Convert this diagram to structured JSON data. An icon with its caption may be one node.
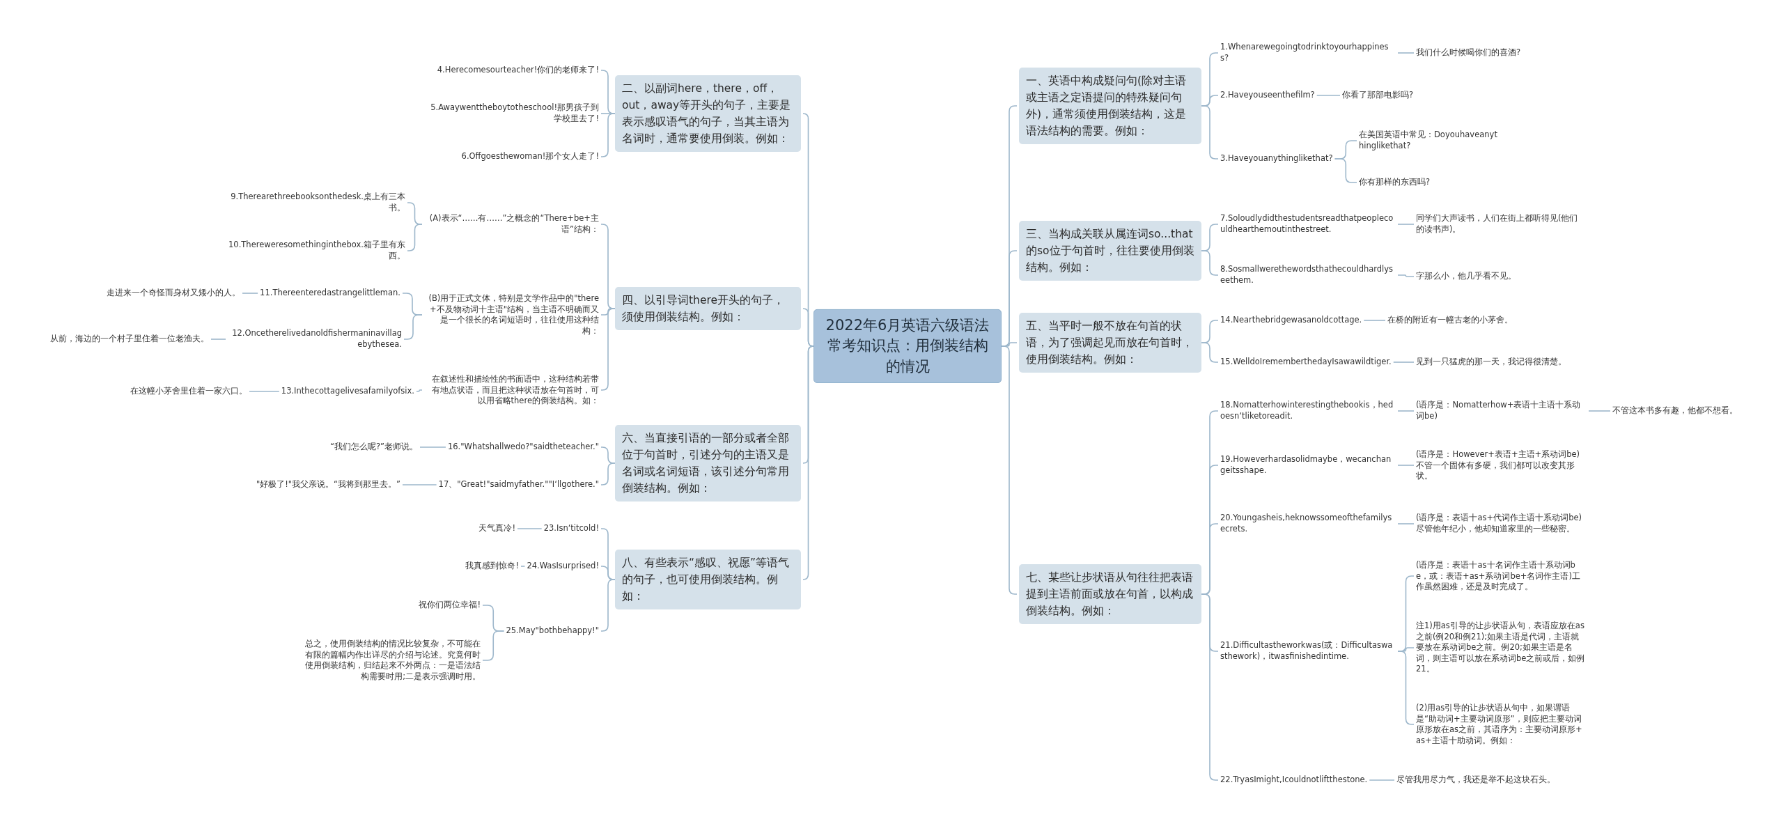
{
  "diagram": {
    "nodes": [
      {
        "text": [
          "2022年6月英语六级语法常考知识点：用倒装结构的情况"
        ]
      },
      {
        "text": [
          "一、英语中构成疑问句(除对主语或主语之定语提问的特殊疑问句外)，通常须使用倒装结构，这是语法结构的需要。例如："
        ]
      },
      {
        "text": [
          "1.Whenarewegoingtodrinktoyourhappiness?"
        ]
      },
      {
        "text": [
          "我们什么时候喝你们的喜酒?"
        ]
      },
      {
        "text": [
          "2.Haveyouseenthefilm?"
        ]
      },
      {
        "text": [
          "你看了那部电影吗?"
        ]
      },
      {
        "text": [
          "3.Haveyouanythinglikethat?"
        ]
      },
      {
        "text": [
          "在美国英语中常见：Doyouhaveanythinglikethat?"
        ]
      },
      {
        "text": [
          "你有那样的东西吗?"
        ]
      },
      {
        "text": [
          "三、当构成关联从属连词so...that的so位于句首时，往往要使用倒装结构。例如："
        ]
      },
      {
        "text": [
          "7.Soloudlydidthestudentsreadthatpeoplecouldhearthemoutinthestreet."
        ]
      },
      {
        "text": [
          "同学们大声读书，人们在街上都听得见(他们的读书声)。"
        ]
      },
      {
        "text": [
          "8.Sosmallwerethewordsthathecouldhardlyseethem."
        ]
      },
      {
        "text": [
          "字那么小，他几乎看不见。"
        ]
      },
      {
        "text": [
          "五、当平时一般不放在句首的状语，为了强调起见而放在句首时，使用倒装结构。例如："
        ]
      },
      {
        "text": [
          "14.Nearthebridgewasanoldcottage."
        ]
      },
      {
        "text": [
          "在桥的附近有一幢古老的小茅舍。"
        ]
      },
      {
        "text": [
          "15.WelldoIrememberthedayIsawawildtiger."
        ]
      },
      {
        "text": [
          "见到一只猛虎的那一天，我记得很清楚。"
        ]
      },
      {
        "text": [
          "七、某些让步状语从句往往把表语提到主语前面或放在句首，以构成倒装结构。例如："
        ]
      },
      {
        "text": [
          "18.Nomatterhowinterestingthebookis，hedoesn‘tliketoreadit."
        ]
      },
      {
        "text": [
          "(语序是：Nomatterhow+表语十主语十系动词be)"
        ]
      },
      {
        "text": [
          "不管这本书多有趣，他都不想看。"
        ]
      },
      {
        "text": [
          "19.Howeverhardasolidmaybe，wecanchangeitsshape."
        ]
      },
      {
        "text": [
          "(语序是：However+表语+主语+系动词be)不管一个固体有多硬，我们都可以改变其形状。"
        ]
      },
      {
        "text": [
          "20.Youngasheis,heknowssomeofthefamilysecrets."
        ]
      },
      {
        "text": [
          "(语序是：表语十as+代词作主语十系动词be)尽管他年纪小，他却知道家里的一些秘密。"
        ]
      },
      {
        "text": [
          "21.Difficultastheworkwas(或：Difficultaswasthework)，itwasfinishedintime."
        ]
      },
      {
        "text": [
          "(语序是：表语十as十名词作主语十系动词be，或：表语+as+系动词be+名词作主语)工作虽然困难，还是及时完成了。"
        ]
      },
      {
        "text": [
          "注1)用as引导的让步状语从句，表语应放在as之前(例20和例21);如果主语是代词，主语就要放在系动词be之前。例20;如果主语是名词，则主语可以放在系动词be之前或后，如例21。"
        ]
      },
      {
        "text": [
          "(2)用as引导的让步状语从句中，如果谓语是“助动词+主要动词原形”，则应把主要动词原形放在as之前，其语序为：主要动词原形+as+主语十助动词。例如："
        ]
      },
      {
        "text": [
          "22.TryasImight,Icouldnotliftthestone."
        ]
      },
      {
        "text": [
          "尽管我用尽力气，我还是举不起这块石头。"
        ]
      },
      {
        "text": [
          "二、以副词here，there，off，out，away等开头的句子，主要是表示感叹语气的句子，当其主语为名词时，通常要使用倒装。例如："
        ]
      },
      {
        "text": [
          "4.Herecomesourteacher!你们的老师来了!"
        ]
      },
      {
        "text": [
          "5.Awaywenttheboytotheschool!那男孩子到学校里去了!"
        ]
      },
      {
        "text": [
          "6.Offgoesthewoman!那个女人走了!"
        ]
      },
      {
        "text": [
          "四、以引导词there开头的句子，须使用倒装结构。例如："
        ]
      },
      {
        "text": [
          "(A)表示“……有……”之概念的“There+be+主语”结构："
        ]
      },
      {
        "text": [
          "9.Therearethreebooksonthedesk.桌上有三本书。"
        ]
      },
      {
        "text": [
          "10.Thereweresomethinginthebox.箱子里有东西。"
        ]
      },
      {
        "text": [
          "(B)用于正式文体，特别是文学作品中的\"there+不及物动词十主语\"结构，当主语不明确而又是一个很长的名词短语时，往往使用这种结构："
        ]
      },
      {
        "text": [
          "11.Thereenteredastrangelittleman."
        ]
      },
      {
        "text": [
          "走进来一个奇怪而身材又矮小的人。"
        ]
      },
      {
        "text": [
          "12.Oncetherelivedanoldfishermaninavillagebythesea."
        ]
      },
      {
        "text": [
          "从前，海边的一个村子里住着一位老渔夫。"
        ]
      },
      {
        "text": [
          "在叙述性和描绘性的书面语中，这种结构若带有地点状语，而且把这种状语放在句首时，可以用省略there的倒装结构。如："
        ]
      },
      {
        "text": [
          "13.Inthecottagelivesafamilyofsix."
        ]
      },
      {
        "text": [
          "在这幢小茅舍里住着一家六口。"
        ]
      },
      {
        "text": [
          "六、当直接引语的一部分或者全部位于句首时，引述分句的主语又是名词或名词短语，该引述分句常用倒装结构。例如："
        ]
      },
      {
        "text": [
          "16.\"Whatshallwedo?\"saidtheteacher.\""
        ]
      },
      {
        "text": [
          "“我们怎么呢?”老师说。"
        ]
      },
      {
        "text": [
          "17、\"Great!\"saidmyfather.\"\"I‘llgothere.\""
        ]
      },
      {
        "text": [
          "\"好极了!\"我父亲说。“我将到那里去。”"
        ]
      },
      {
        "text": [
          "八、有些表示“感叹、祝愿”等语气的句子，也可使用倒装结构。例如："
        ]
      },
      {
        "text": [
          "23.Isn‘titcold!"
        ]
      },
      {
        "text": [
          "天气真冷!"
        ]
      },
      {
        "text": [
          "24.WasIsurprised!"
        ]
      },
      {
        "text": [
          "我真感到惊奇!"
        ]
      },
      {
        "text": [
          "25.May\"bothbehappy!\""
        ]
      },
      {
        "text": [
          "祝你们两位幸福!"
        ]
      },
      {
        "text": [
          "总之，使用倒装结构的情况比较复杂，不可能在有限的篇幅内作出详尽的介绍与论述。究竟何时使用倒装结构，归结起来不外两点：一是语法结构需要时用;二是表示强调时用。"
        ]
      }
    ],
    "edges": [
      {
        "from": 0,
        "to": 1,
        "arrow": "none"
      },
      {
        "from": 1,
        "to": 2,
        "arrow": "none"
      },
      {
        "from": 2,
        "to": 3,
        "arrow": "none"
      },
      {
        "from": 1,
        "to": 4,
        "arrow": "none"
      },
      {
        "from": 4,
        "to": 5,
        "arrow": "none"
      },
      {
        "from": 1,
        "to": 6,
        "arrow": "none"
      },
      {
        "from": 6,
        "to": 7,
        "arrow": "none"
      },
      {
        "from": 6,
        "to": 8,
        "arrow": "none"
      },
      {
        "from": 0,
        "to": 9,
        "arrow": "none"
      },
      {
        "from": 9,
        "to": 10,
        "arrow": "none"
      },
      {
        "from": 10,
        "to": 11,
        "arrow": "none"
      },
      {
        "from": 9,
        "to": 12,
        "arrow": "none"
      },
      {
        "from": 12,
        "to": 13,
        "arrow": "none"
      },
      {
        "from": 0,
        "to": 14,
        "arrow": "none"
      },
      {
        "from": 14,
        "to": 15,
        "arrow": "none"
      },
      {
        "from": 15,
        "to": 16,
        "arrow": "none"
      },
      {
        "from": 14,
        "to": 17,
        "arrow": "none"
      },
      {
        "from": 17,
        "to": 18,
        "arrow": "none"
      },
      {
        "from": 0,
        "to": 19,
        "arrow": "none"
      },
      {
        "from": 19,
        "to": 20,
        "arrow": "none"
      },
      {
        "from": 20,
        "to": 21,
        "arrow": "none"
      },
      {
        "from": 21,
        "to": 22,
        "arrow": "none"
      },
      {
        "from": 19,
        "to": 23,
        "arrow": "none"
      },
      {
        "from": 23,
        "to": 24,
        "arrow": "none"
      },
      {
        "from": 19,
        "to": 25,
        "arrow": "none"
      },
      {
        "from": 25,
        "to": 26,
        "arrow": "none"
      },
      {
        "from": 19,
        "to": 27,
        "arrow": "none"
      },
      {
        "from": 27,
        "to": 28,
        "arrow": "none"
      },
      {
        "from": 27,
        "to": 29,
        "arrow": "none"
      },
      {
        "from": 27,
        "to": 30,
        "arrow": "none"
      },
      {
        "from": 19,
        "to": 31,
        "arrow": "none"
      },
      {
        "from": 31,
        "to": 32,
        "arrow": "none"
      },
      {
        "from": 0,
        "to": 33,
        "arrow": "none"
      },
      {
        "from": 33,
        "to": 34,
        "arrow": "none"
      },
      {
        "from": 33,
        "to": 35,
        "arrow": "none"
      },
      {
        "from": 33,
        "to": 36,
        "arrow": "none"
      },
      {
        "from": 0,
        "to": 37,
        "arrow": "none"
      },
      {
        "from": 37,
        "to": 38,
        "arrow": "none"
      },
      {
        "from": 38,
        "to": 39,
        "arrow": "none"
      },
      {
        "from": 38,
        "to": 40,
        "arrow": "none"
      },
      {
        "from": 37,
        "to": 41,
        "arrow": "none"
      },
      {
        "from": 41,
        "to": 42,
        "arrow": "none"
      },
      {
        "from": 42,
        "to": 43,
        "arrow": "none"
      },
      {
        "from": 41,
        "to": 44,
        "arrow": "none"
      },
      {
        "from": 44,
        "to": 45,
        "arrow": "none"
      },
      {
        "from": 37,
        "to": 46,
        "arrow": "none"
      },
      {
        "from": 46,
        "to": 47,
        "arrow": "none"
      },
      {
        "from": 47,
        "to": 48,
        "arrow": "none"
      },
      {
        "from": 0,
        "to": 49,
        "arrow": "none"
      },
      {
        "from": 49,
        "to": 50,
        "arrow": "none"
      },
      {
        "from": 50,
        "to": 51,
        "arrow": "none"
      },
      {
        "from": 49,
        "to": 52,
        "arrow": "none"
      },
      {
        "from": 52,
        "to": 53,
        "arrow": "none"
      },
      {
        "from": 0,
        "to": 54,
        "arrow": "none"
      },
      {
        "from": 54,
        "to": 55,
        "arrow": "none"
      },
      {
        "from": 55,
        "to": 56,
        "arrow": "none"
      },
      {
        "from": 54,
        "to": 57,
        "arrow": "none"
      },
      {
        "from": 57,
        "to": 58,
        "arrow": "none"
      },
      {
        "from": 54,
        "to": 59,
        "arrow": "none"
      },
      {
        "from": 59,
        "to": 60,
        "arrow": "none"
      },
      {
        "from": 59,
        "to": 61,
        "arrow": "none"
      }
    ]
  }
}
